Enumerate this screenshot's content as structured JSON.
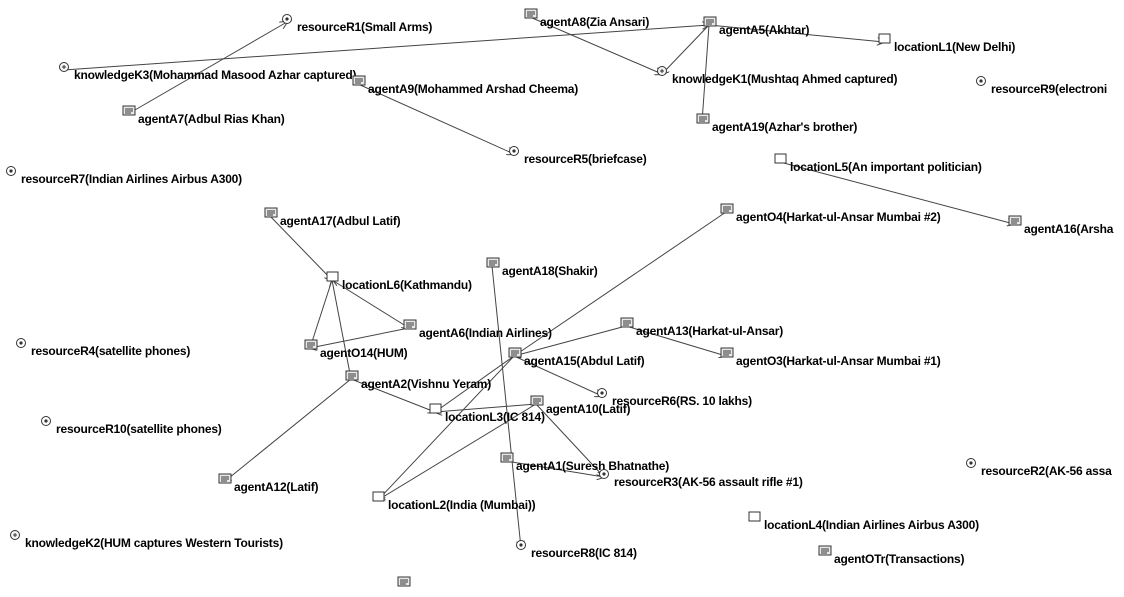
{
  "colors": {
    "line": "#444444",
    "icon": "#333333",
    "text": "#000000",
    "background": "#ffffff"
  },
  "nodes": [
    {
      "id": "resourceR1",
      "label": "resourceR1(Small Arms)",
      "kind": "resource"
    },
    {
      "id": "agentA8",
      "label": "agentA8(Zia Ansari)",
      "kind": "agent"
    },
    {
      "id": "agentA5",
      "label": "agentA5(Akhtar)",
      "kind": "agent"
    },
    {
      "id": "locationL1",
      "label": "locationL1(New Delhi)",
      "kind": "location"
    },
    {
      "id": "knowledgeK3",
      "label": "knowledgeK3(Mohammad Masood Azhar captured)",
      "kind": "knowledge"
    },
    {
      "id": "knowledgeK1",
      "label": "knowledgeK1(Mushtaq Ahmed captured)",
      "kind": "knowledge"
    },
    {
      "id": "resourceR9",
      "label": "resourceR9(electroni",
      "kind": "resource"
    },
    {
      "id": "agentA9",
      "label": "agentA9(Mohammed Arshad Cheema)",
      "kind": "agent"
    },
    {
      "id": "agentA7",
      "label": "agentA7(Adbul Rias Khan)",
      "kind": "agent"
    },
    {
      "id": "agentA19",
      "label": "agentA19(Azhar's brother)",
      "kind": "agent"
    },
    {
      "id": "resourceR5",
      "label": "resourceR5(briefcase)",
      "kind": "resource"
    },
    {
      "id": "locationL5",
      "label": "locationL5(An important politician)",
      "kind": "location"
    },
    {
      "id": "resourceR7",
      "label": "resourceR7(Indian Airlines Airbus A300)",
      "kind": "resource"
    },
    {
      "id": "agentO4",
      "label": "agentO4(Harkat-ul-Ansar Mumbai #2)",
      "kind": "agent"
    },
    {
      "id": "agentA16",
      "label": "agentA16(Arsha",
      "kind": "agent"
    },
    {
      "id": "agentA17",
      "label": "agentA17(Adbul Latif)",
      "kind": "agent"
    },
    {
      "id": "agentA18",
      "label": "agentA18(Shakir)",
      "kind": "agent"
    },
    {
      "id": "locationL6",
      "label": "locationL6(Kathmandu)",
      "kind": "location"
    },
    {
      "id": "agentA6",
      "label": "agentA6(Indian Airlines)",
      "kind": "agent"
    },
    {
      "id": "agentA13",
      "label": "agentA13(Harkat-ul-Ansar)",
      "kind": "agent"
    },
    {
      "id": "resourceR4",
      "label": "resourceR4(satellite phones)",
      "kind": "resource"
    },
    {
      "id": "agentO14",
      "label": "agentO14(HUM)",
      "kind": "agent"
    },
    {
      "id": "agentA15",
      "label": "agentA15(Abdul Latif)",
      "kind": "agent"
    },
    {
      "id": "agentO3",
      "label": "agentO3(Harkat-ul-Ansar Mumbai #1)",
      "kind": "agent"
    },
    {
      "id": "agentA2",
      "label": "agentA2(Vishnu Yeram)",
      "kind": "agent"
    },
    {
      "id": "resourceR6",
      "label": "resourceR6(RS. 10 lakhs)",
      "kind": "resource"
    },
    {
      "id": "agentA10",
      "label": "agentA10(Latif)",
      "kind": "agent"
    },
    {
      "id": "locationL3",
      "label": "locationL3(IC 814)",
      "kind": "location"
    },
    {
      "id": "resourceR10",
      "label": "resourceR10(satellite phones)",
      "kind": "resource"
    },
    {
      "id": "agentA1",
      "label": "agentA1(Suresh Bhatnathe)",
      "kind": "agent"
    },
    {
      "id": "resourceR3",
      "label": "resourceR3(AK-56 assault rifle #1)",
      "kind": "resource"
    },
    {
      "id": "resourceR2",
      "label": "resourceR2(AK-56 assa",
      "kind": "resource"
    },
    {
      "id": "agentA12",
      "label": "agentA12(Latif)",
      "kind": "agent"
    },
    {
      "id": "locationL2",
      "label": "locationL2(India (Mumbai))",
      "kind": "location"
    },
    {
      "id": "locationL4",
      "label": "locationL4(Indian Airlines Airbus A300)",
      "kind": "location"
    },
    {
      "id": "knowledgeK2",
      "label": "knowledgeK2(HUM captures Western Tourists)",
      "kind": "knowledge"
    },
    {
      "id": "resourceR8",
      "label": "resourceR8(IC 814)",
      "kind": "resource"
    },
    {
      "id": "agentOTr",
      "label": "agentOTr(Transactions)",
      "kind": "agent"
    },
    {
      "id": "unnamed1",
      "label": "",
      "kind": "agent"
    }
  ],
  "edges": [
    {
      "from": "agentA7",
      "to": "resourceR1"
    },
    {
      "from": "knowledgeK3",
      "to": "agentA5"
    },
    {
      "from": "agentA8",
      "to": "knowledgeK1"
    },
    {
      "from": "agentA5",
      "to": "knowledgeK1"
    },
    {
      "from": "agentA5",
      "to": "locationL1"
    },
    {
      "from": "agentA5",
      "to": "agentA19"
    },
    {
      "from": "agentA9",
      "to": "resourceR5"
    },
    {
      "from": "locationL5",
      "to": "agentA16"
    },
    {
      "from": "agentA17",
      "to": "locationL6"
    },
    {
      "from": "locationL6",
      "to": "agentO14"
    },
    {
      "from": "locationL6",
      "to": "agentA6"
    },
    {
      "from": "agentA6",
      "to": "agentO14"
    },
    {
      "from": "agentA18",
      "to": "resourceR8"
    },
    {
      "from": "agentA2",
      "to": "locationL6"
    },
    {
      "from": "agentA2",
      "to": "agentA12"
    },
    {
      "from": "agentA2",
      "to": "locationL3"
    },
    {
      "from": "agentO4",
      "to": "agentA15"
    },
    {
      "from": "agentA13",
      "to": "agentA15"
    },
    {
      "from": "agentA13",
      "to": "agentO3"
    },
    {
      "from": "agentA15",
      "to": "resourceR6"
    },
    {
      "from": "agentA15",
      "to": "locationL2"
    },
    {
      "from": "agentA15",
      "to": "locationL3"
    },
    {
      "from": "agentA10",
      "to": "locationL3"
    },
    {
      "from": "agentA10",
      "to": "locationL2"
    },
    {
      "from": "agentA1",
      "to": "resourceR3"
    },
    {
      "from": "agentA10",
      "to": "resourceR3"
    }
  ]
}
